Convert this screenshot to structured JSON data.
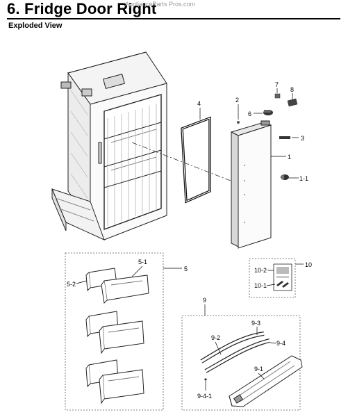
{
  "header": {
    "title": "6.  Fridge Door Right",
    "watermark": "ApplianceParts Pros.com",
    "subtitle": "Exploded View"
  },
  "callouts": {
    "c1": "1",
    "c1_1": "1-1",
    "c2": "2",
    "c3": "3",
    "c4": "4",
    "c5": "5",
    "c5_1": "5-1",
    "c5_2": "5-2",
    "c6": "6",
    "c7": "7",
    "c8": "8",
    "c9": "9",
    "c9_1": "9-1",
    "c9_2": "9-2",
    "c9_3": "9-3",
    "c9_4": "9-4",
    "c9_4_1": "9-4-1",
    "c10": "10",
    "c10_1": "10-1",
    "c10_2": "10-2"
  }
}
